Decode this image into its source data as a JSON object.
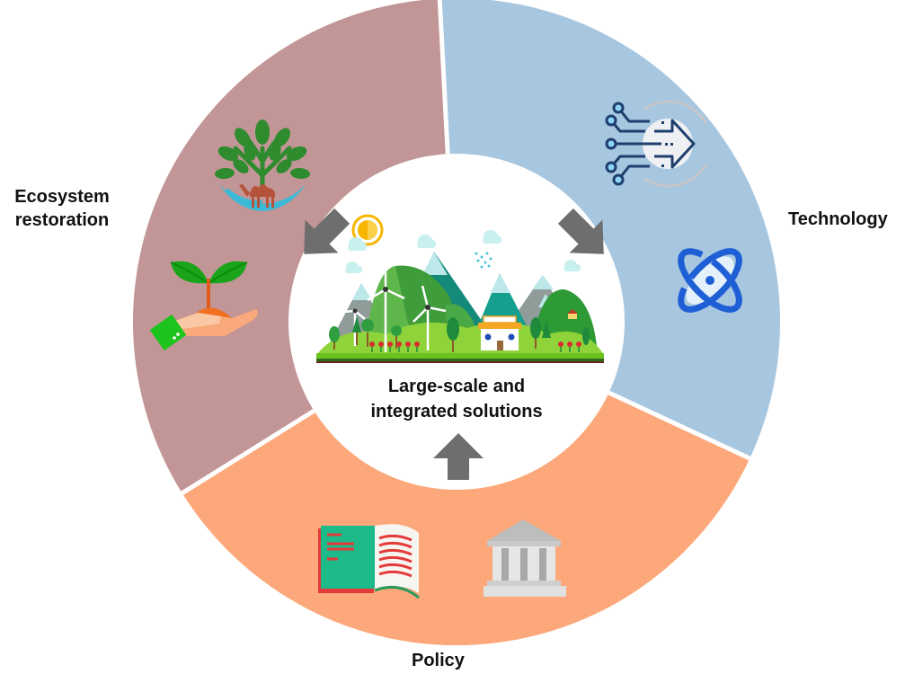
{
  "diagram": {
    "title": "Large-scale and integrated solutions",
    "center": {
      "title_line1": "Large-scale and",
      "title_line2": "integrated solutions",
      "illustration": "landscape-with-wind-turbines-mountains-house"
    },
    "segments": [
      {
        "id": "technology",
        "label": "Technology",
        "color": "#a7c6df",
        "start_angle_deg": 357,
        "end_angle_deg": 115,
        "icons": [
          "digital-circuit-arrow-icon",
          "atom-orbit-icon"
        ]
      },
      {
        "id": "policy",
        "label": "Policy",
        "color": "#fca87a",
        "start_angle_deg": 115,
        "end_angle_deg": 238,
        "icons": [
          "open-book-icon",
          "government-building-icon"
        ]
      },
      {
        "id": "ecosystem",
        "label_line1": "Ecosystem",
        "label_line2": "restoration",
        "color": "#c29596",
        "start_angle_deg": 238,
        "end_angle_deg": 357,
        "icons": [
          "tree-camel-logo-icon",
          "hand-holding-seedling-icon"
        ]
      }
    ],
    "arrows": [
      {
        "direction": "down-right",
        "from": "ecosystem",
        "color": "#6e6e6e"
      },
      {
        "direction": "down-left",
        "from": "technology",
        "color": "#6e6e6e"
      },
      {
        "direction": "up",
        "from": "policy",
        "color": "#6e6e6e"
      }
    ]
  }
}
